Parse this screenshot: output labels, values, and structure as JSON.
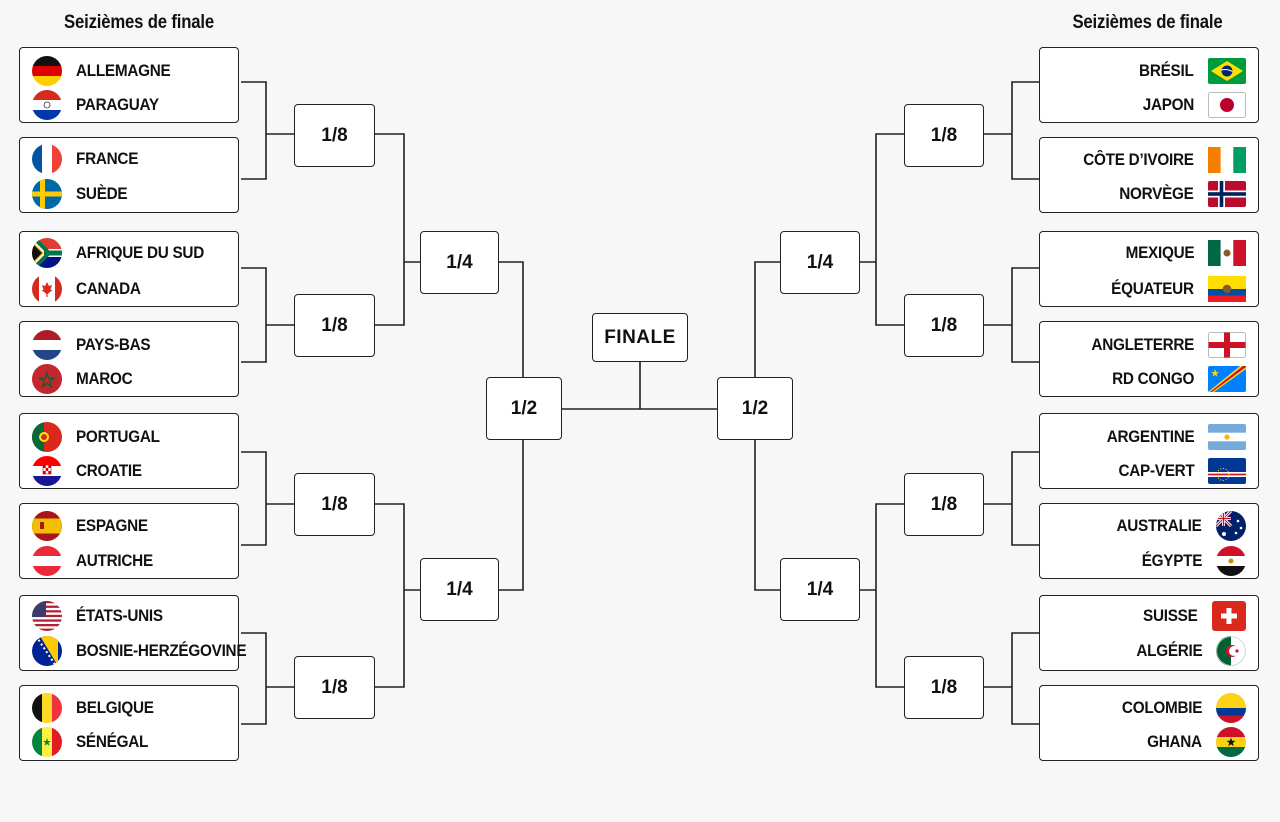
{
  "headers": {
    "left": "Seizièmes de finale",
    "right": "Seizièmes de finale"
  },
  "labels": {
    "r16": "1/8",
    "qf": "1/4",
    "sf": "1/2",
    "final": "FINALE"
  },
  "left": [
    {
      "teams": [
        {
          "name": "ALLEMAGNE",
          "flag": "germany-flag"
        },
        {
          "name": "PARAGUAY",
          "flag": "paraguay-flag"
        }
      ]
    },
    {
      "teams": [
        {
          "name": "FRANCE",
          "flag": "france-flag"
        },
        {
          "name": "SUÈDE",
          "flag": "sweden-flag"
        }
      ]
    },
    {
      "teams": [
        {
          "name": "AFRIQUE DU SUD",
          "flag": "south-africa-flag"
        },
        {
          "name": "CANADA",
          "flag": "canada-flag"
        }
      ]
    },
    {
      "teams": [
        {
          "name": "PAYS-BAS",
          "flag": "netherlands-flag"
        },
        {
          "name": "MAROC",
          "flag": "morocco-flag"
        }
      ]
    },
    {
      "teams": [
        {
          "name": "PORTUGAL",
          "flag": "portugal-flag"
        },
        {
          "name": "CROATIE",
          "flag": "croatia-flag"
        }
      ]
    },
    {
      "teams": [
        {
          "name": "ESPAGNE",
          "flag": "spain-flag"
        },
        {
          "name": "AUTRICHE",
          "flag": "austria-flag"
        }
      ]
    },
    {
      "teams": [
        {
          "name": "ÉTATS-UNIS",
          "flag": "usa-flag"
        },
        {
          "name": "BOSNIE-HERZÉGOVINE",
          "flag": "bosnia-flag"
        }
      ]
    },
    {
      "teams": [
        {
          "name": "BELGIQUE",
          "flag": "belgium-flag"
        },
        {
          "name": "SÉNÉGAL",
          "flag": "senegal-flag"
        }
      ]
    }
  ],
  "right": [
    {
      "teams": [
        {
          "name": "BRÉSIL",
          "flag": "brazil-flag"
        },
        {
          "name": "JAPON",
          "flag": "japan-flag"
        }
      ]
    },
    {
      "teams": [
        {
          "name": "CÔTE D’IVOIRE",
          "flag": "ivory-coast-flag"
        },
        {
          "name": "NORVÈGE",
          "flag": "norway-flag"
        }
      ]
    },
    {
      "teams": [
        {
          "name": "MEXIQUE",
          "flag": "mexico-flag"
        },
        {
          "name": "ÉQUATEUR",
          "flag": "ecuador-flag"
        }
      ]
    },
    {
      "teams": [
        {
          "name": "ANGLETERRE",
          "flag": "england-flag"
        },
        {
          "name": "RD CONGO",
          "flag": "dr-congo-flag"
        }
      ]
    },
    {
      "teams": [
        {
          "name": "ARGENTINE",
          "flag": "argentina-flag"
        },
        {
          "name": "CAP-VERT",
          "flag": "cape-verde-flag"
        }
      ]
    },
    {
      "teams": [
        {
          "name": "AUSTRALIE",
          "flag": "australia-flag"
        },
        {
          "name": "ÉGYPTE",
          "flag": "egypt-flag"
        }
      ]
    },
    {
      "teams": [
        {
          "name": "SUISSE",
          "flag": "switzerland-flag"
        },
        {
          "name": "ALGÉRIE",
          "flag": "algeria-flag"
        }
      ]
    },
    {
      "teams": [
        {
          "name": "COLOMBIE",
          "flag": "colombia-flag"
        },
        {
          "name": "GHANA",
          "flag": "ghana-flag"
        }
      ]
    }
  ]
}
